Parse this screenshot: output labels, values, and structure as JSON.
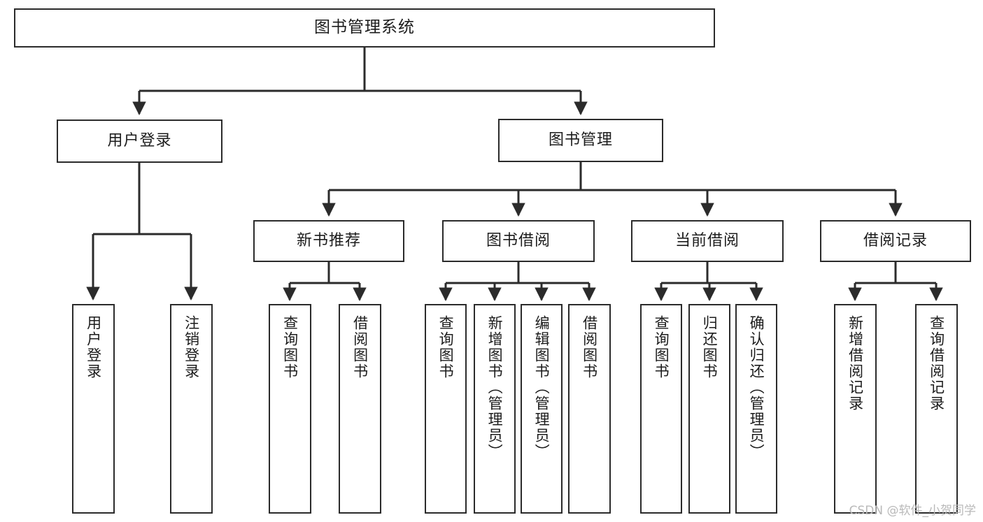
{
  "diagram": {
    "title": "图书管理系统",
    "type": "hierarchy-tree",
    "root": {
      "label": "图书管理系统"
    },
    "level2": [
      {
        "label": "用户登录"
      },
      {
        "label": "图书管理"
      }
    ],
    "level3": [
      {
        "label": "新书推荐"
      },
      {
        "label": "图书借阅"
      },
      {
        "label": "当前借阅"
      },
      {
        "label": "借阅记录"
      }
    ],
    "leaves": {
      "user_login": [
        {
          "label": "用户登录"
        },
        {
          "label": "注销登录"
        }
      ],
      "new_book_recommend": [
        {
          "label": "查询图书"
        },
        {
          "label": "借阅图书"
        }
      ],
      "book_borrow": [
        {
          "label": "查询图书"
        },
        {
          "label": "新增图书（管理员）"
        },
        {
          "label": "编辑图书（管理员）"
        },
        {
          "label": "借阅图书"
        }
      ],
      "current_borrow": [
        {
          "label": "查询图书"
        },
        {
          "label": "归还图书"
        },
        {
          "label": "确认归还（管理员）"
        }
      ],
      "borrow_record": [
        {
          "label": "新增借阅记录"
        },
        {
          "label": "查询借阅记录"
        }
      ]
    }
  },
  "watermark": {
    "text": "CSDN @软件_小贺同学"
  },
  "colors": {
    "stroke": "#2b2b2b",
    "fill": "#ffffff",
    "text": "#1c1c1c",
    "watermark": "#b9b9b9"
  }
}
